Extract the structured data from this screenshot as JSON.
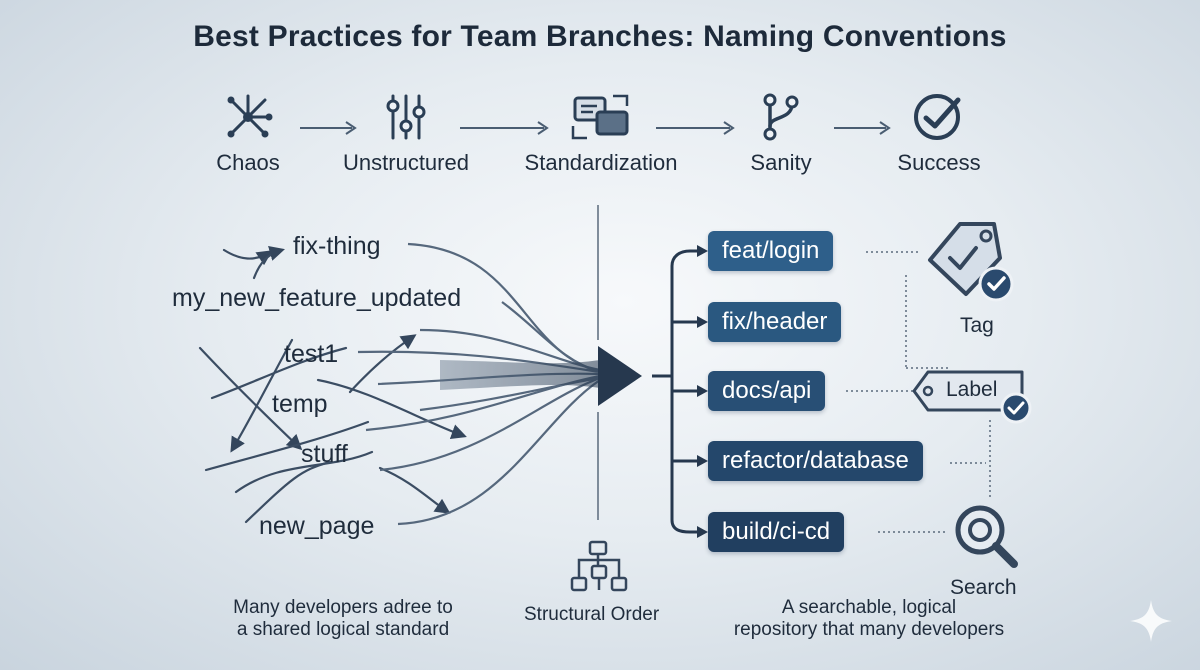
{
  "title": "Best Practices for Team Branches: Naming Conventions",
  "stages": [
    {
      "label": "Chaos",
      "icon": "scatter-icon"
    },
    {
      "label": "Unstructured",
      "icon": "sliders-icon"
    },
    {
      "label": "Standardization",
      "icon": "convert-icon"
    },
    {
      "label": "Sanity",
      "icon": "git-branch-icon"
    },
    {
      "label": "Success",
      "icon": "check-circle-icon"
    }
  ],
  "chaotic_names": [
    "fix-thing",
    "my_new_feature_updated",
    "test1",
    "temp",
    "stuff",
    "new_page"
  ],
  "structured_names": [
    "feat/login",
    "fix/header",
    "docs/api",
    "refactor/database",
    "build/ci-cd"
  ],
  "right_labels": {
    "tag": "Tag",
    "label": "Label",
    "search": "Search"
  },
  "captions": {
    "left": [
      "Many developers adree to",
      "a shared logical standard"
    ],
    "center": "Structural Order",
    "right": [
      "A searchable, logical",
      "repository that many developers"
    ]
  },
  "colors": {
    "text": "#1f2c3c",
    "pill": "#2a5880",
    "accent": "#2e5f8a",
    "line": "#4a5d72"
  }
}
